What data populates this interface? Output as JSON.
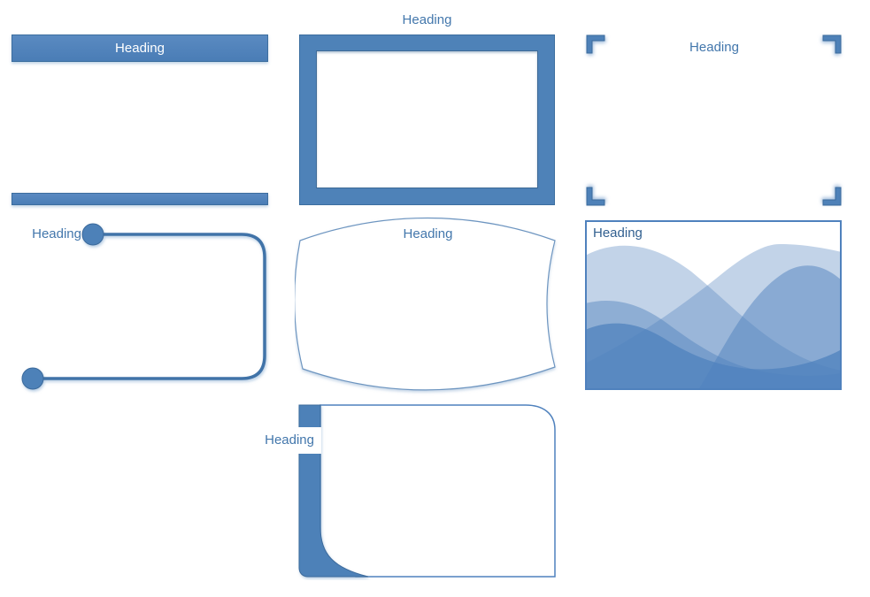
{
  "canvas": {
    "background": "#FFFFFF"
  },
  "colors": {
    "accent": "#4F81BD",
    "accent_dark": "#3C6E9F",
    "heading_text_blue": "#4377AC",
    "heading_text_on_fill": "#FFFFFF",
    "waves_heading_text": "#326090",
    "route_line": "#4173A8"
  },
  "designs": {
    "banner": {
      "heading": "Heading"
    },
    "thick_frame": {
      "heading": "Heading"
    },
    "corner_brackets": {
      "heading": "Heading"
    },
    "pinned_route": {
      "heading": "Heading"
    },
    "plaque": {
      "heading": "Heading"
    },
    "waves": {
      "heading": "Heading"
    },
    "side_tab": {
      "heading": "Heading"
    }
  }
}
